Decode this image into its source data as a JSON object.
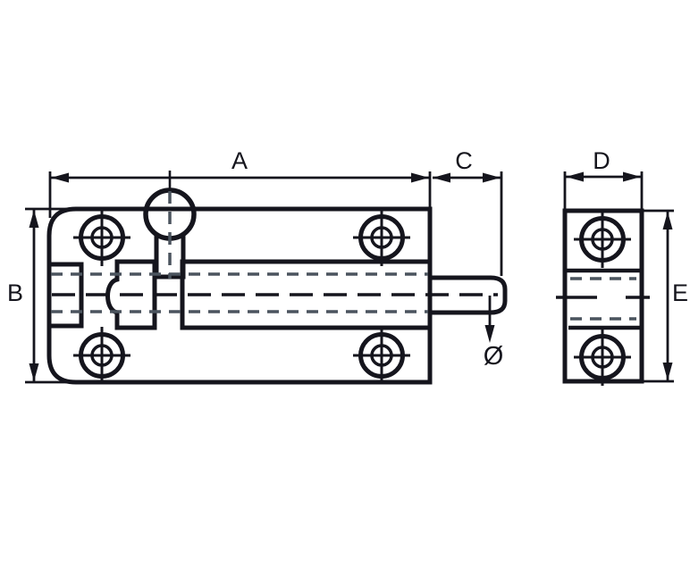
{
  "diagram": {
    "title": "barrel-bolt technical drawing, front view and end view",
    "background_color": "#ffffff",
    "outline_color": "#15151d",
    "hidden_line_color": "#4b545e",
    "views": {
      "front_view": "bolt plate with knob, slider and protruding rod",
      "side_view": "end view of plate and barrel"
    },
    "dims": {
      "A": "A",
      "B": "B",
      "C": "C",
      "D": "D",
      "E": "E",
      "diameter": "Ø"
    }
  }
}
